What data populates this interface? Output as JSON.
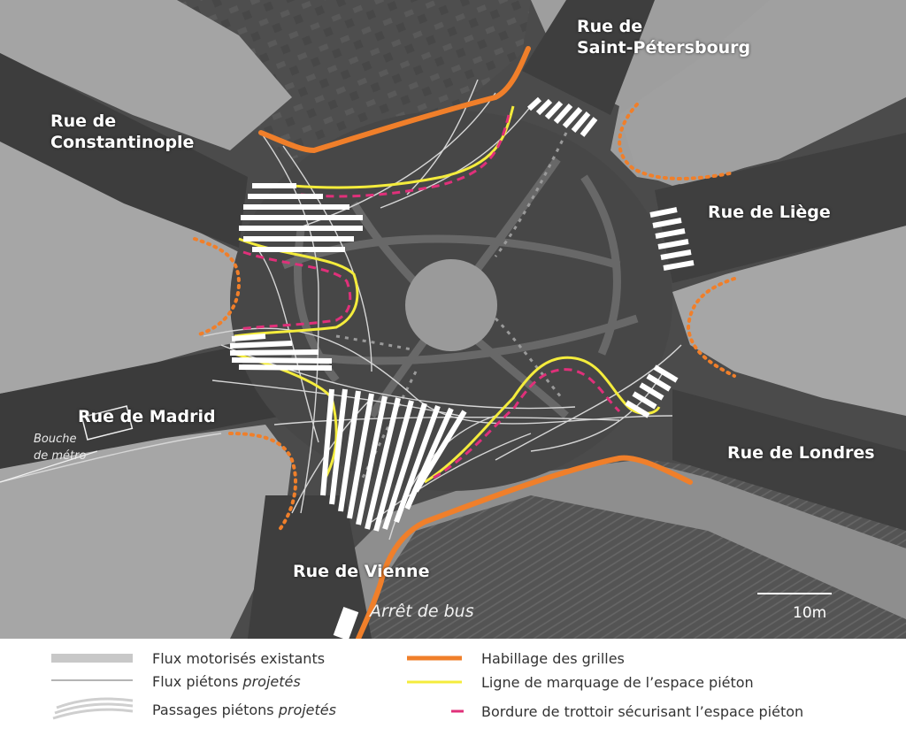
{
  "streets": {
    "saint_petersbourg": [
      "Rue de",
      "Saint-Pétersbourg"
    ],
    "constantinople": [
      "Rue de",
      "Constantinople"
    ],
    "liege": "Rue de Liège",
    "madrid": "Rue de Madrid",
    "londres": "Rue de Londres",
    "vienne": "Rue de Vienne"
  },
  "annotations": {
    "metro": [
      "Bouche",
      "de métro"
    ],
    "bus_stop": "Arrêt de bus"
  },
  "scale": {
    "label": "10m"
  },
  "colors": {
    "flux_motorises": "#c8c8c8",
    "flux_pietons": "#b4b4b4",
    "habillage_grilles": "#f07f2a",
    "ligne_marquage": "#f4ec3c",
    "bordure_trottoir": "#e0307a",
    "buildings": "#a8a8a8",
    "road": "#4a4a4a"
  },
  "legend": [
    {
      "id": "flux-motorises",
      "text": "Flux motorisés existants",
      "italic": ""
    },
    {
      "id": "flux-pietons",
      "text": "Flux piétons ",
      "italic": "projetés"
    },
    {
      "id": "passages-pietons",
      "text": "Passages piétons ",
      "italic": "projetés"
    },
    {
      "id": "habillage-grilles",
      "text": "Habillage des grilles",
      "italic": ""
    },
    {
      "id": "ligne-marquage",
      "text": "Ligne de marquage de l’espace piéton",
      "italic": ""
    },
    {
      "id": "bordure-trottoir",
      "text": "Bordure de trottoir sécurisant l’espace piéton",
      "italic": ""
    }
  ]
}
